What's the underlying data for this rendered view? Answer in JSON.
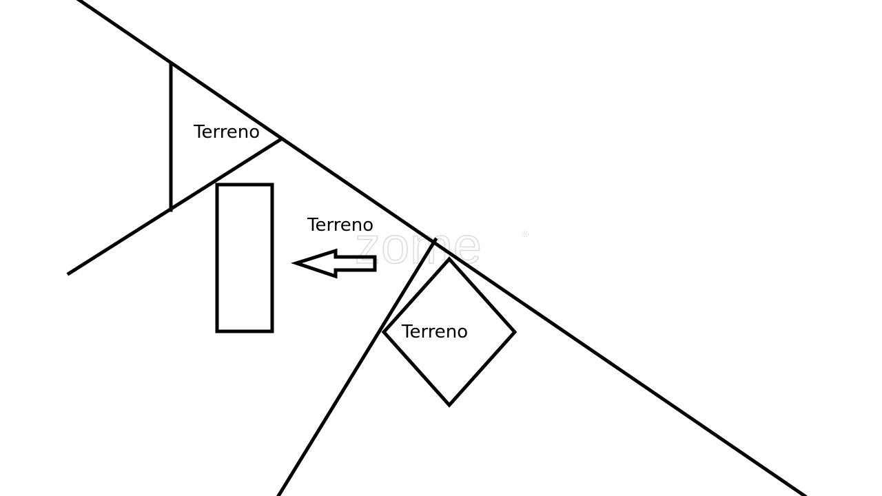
{
  "diagram": {
    "labels": {
      "upper_lot": "Terreno",
      "middle_lot": "Terreno",
      "lower_lot": "Terreno"
    },
    "watermark": "zome",
    "watermark_mark": "®",
    "colors": {
      "ink": "#000000",
      "background": "#ffffff",
      "watermark": "#dcdcdc"
    },
    "icons": [
      "arrow-left-icon"
    ]
  }
}
